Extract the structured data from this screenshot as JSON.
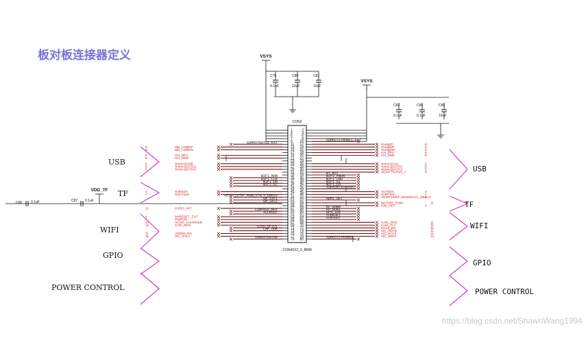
{
  "title": "板对板连接器定义",
  "watermark": "https://blog.csdn.net/ShawnWang1994",
  "colors": {
    "title": "#7b72d8",
    "bracket": "#d23cc2",
    "wire": "#6a1010",
    "net": "#d42020",
    "line": "#111111"
  },
  "connector": {
    "ref": "CON2",
    "part": "CON40X2_0_8MM"
  },
  "power": [
    "VSYS",
    "VSYS",
    "VDD_TF"
  ],
  "caps": [
    {
      "ref": "C79",
      "val": "0.1uF"
    },
    {
      "ref": "C80",
      "val": "10uF"
    },
    {
      "ref": "C81",
      "val": "10uF"
    },
    {
      "ref": "C83",
      "val": "0.1uF"
    },
    {
      "ref": "C84",
      "val": "0.1uF"
    },
    {
      "ref": "C85",
      "val": "10uF"
    },
    {
      "ref": "C86",
      "val": "0.1uF"
    },
    {
      "ref": "C87",
      "val": "0.1uF"
    }
  ],
  "groups_left": [
    "USB",
    "TF",
    "WIFI",
    "GPIO",
    "POWER  CONTROL"
  ],
  "groups_right": [
    "USB",
    "TF",
    "WIFI",
    "GPIO",
    "POWER  CONTROL"
  ],
  "left_nets": [
    {
      "pin": "11",
      "name": "XUHOSTDATA1_EXT",
      "style": "blk"
    },
    {
      "pin": "13",
      "name": "MD_USBDP",
      "style": "red",
      "num": "8"
    },
    {
      "pin": "15",
      "name": "MD_USBDN",
      "style": "red",
      "num": "8"
    },
    {
      "pin": "19",
      "name": "UH_DP3",
      "style": "red",
      "num": "8"
    },
    {
      "pin": "21",
      "name": "UH_DM3",
      "style": "red",
      "num": "8"
    },
    {
      "pin": "25",
      "name": "Xmmc2CMD",
      "style": "red",
      "num": "5"
    },
    {
      "pin": "27",
      "name": "Xmmc2DATA2",
      "style": "red",
      "num": "5"
    },
    {
      "pin": "29",
      "name": "Xmmc2DATA3",
      "style": "red",
      "num": "5"
    },
    {
      "pin": "35",
      "name": "WIFI_NON",
      "style": "blk"
    },
    {
      "pin": "37",
      "name": "WIFI_CLK",
      "style": "blk"
    },
    {
      "pin": "39",
      "name": "WIFI_D0",
      "style": "blk"
    },
    {
      "pin": "41",
      "name": "WIFI_D2",
      "style": "blk"
    },
    {
      "pin": "45",
      "name": "XuRXD0",
      "style": "red",
      "num": "4"
    },
    {
      "pin": "47",
      "name": "XuCTSn0",
      "style": "red",
      "num": "4"
    },
    {
      "pin": "49",
      "name": "XEINT29/KP_ROW13/ALV_DBG25",
      "style": "blk"
    },
    {
      "pin": "51",
      "name": "GM_INT1",
      "style": "blk"
    },
    {
      "pin": "53",
      "name": "GM_INT2",
      "style": "blk"
    },
    {
      "pin": "57",
      "name": "GYRO_INT",
      "style": "red",
      "num": "11"
    },
    {
      "pin": "59",
      "name": "COMPASS_RDY",
      "style": "blk"
    },
    {
      "pin": "61",
      "name": "XCLKOUT",
      "style": "blk"
    },
    {
      "pin": "63",
      "name": "XnRESET_EXT",
      "style": "red",
      "num": "4"
    },
    {
      "pin": "65",
      "name": "PWRON",
      "style": "red",
      "num": "4"
    },
    {
      "pin": "67",
      "name": "ACOK_CHARGER",
      "style": "red",
      "num": "12"
    },
    {
      "pin": "69",
      "name": "CHG_DOK",
      "style": "red",
      "num": "12"
    },
    {
      "pin": "71",
      "name": "626D_GPIO1",
      "style": "blk"
    },
    {
      "pin": "73",
      "name": "CHF_UOK",
      "style": "blk"
    },
    {
      "pin": "75",
      "name": "VDD50_EN",
      "style": "red",
      "num": "11"
    },
    {
      "pin": "77",
      "name": "I2C_SCL1",
      "style": "red",
      "num": "11"
    },
    {
      "pin": "79",
      "name": "XUHOSTDATA0",
      "style": "blk"
    }
  ],
  "right_nets": [
    {
      "pin": "10",
      "name": "XUHOSTSTROBE1_EXT",
      "style": "blk"
    },
    {
      "pin": "12",
      "name": "XuotgID",
      "style": "red",
      "num": "8"
    },
    {
      "pin": "14",
      "name": "XuotgDP",
      "style": "red",
      "num": "8"
    },
    {
      "pin": "16",
      "name": "XuotgDM",
      "style": "red",
      "num": "8"
    },
    {
      "pin": "18",
      "name": "UH_DP2",
      "style": "red",
      "num": "8"
    },
    {
      "pin": "20",
      "name": "UH_DM2",
      "style": "red",
      "num": "8"
    },
    {
      "pin": "26",
      "name": "Xmmc2CLK",
      "style": "red",
      "num": "5"
    },
    {
      "pin": "28",
      "name": "Xmmc2DATA0",
      "style": "red",
      "num": "5"
    },
    {
      "pin": "30",
      "name": "Xmmc2DATA1",
      "style": "red",
      "num": "5"
    },
    {
      "pin": "32",
      "name": "XEINT7/GPX0_7",
      "style": "red",
      "num": "5"
    },
    {
      "pin": "34",
      "name": "BT_RST",
      "style": "blk"
    },
    {
      "pin": "36",
      "name": "WIFI_PWDN",
      "style": "blk"
    },
    {
      "pin": "38",
      "name": "WIFI_CMD",
      "style": "blk"
    },
    {
      "pin": "40",
      "name": "WIFI_D1",
      "style": "blk"
    },
    {
      "pin": "42",
      "name": "WIFI_D3",
      "style": "blk"
    },
    {
      "pin": "44",
      "name": "XuRXD0(XuTXD0)",
      "style": "blk"
    },
    {
      "pin": "46",
      "name": "XuTXD0",
      "style": "red",
      "num": "4"
    },
    {
      "pin": "48",
      "name": "XuRTSn0",
      "style": "red",
      "num": "4"
    },
    {
      "pin": "50",
      "name": "XEINT16/KP_ROW0/ALV_DBG14",
      "style": "red",
      "num": "6"
    },
    {
      "pin": "52",
      "name": "HDMI_DET",
      "style": "blk"
    },
    {
      "pin": "54",
      "name": "MOTOR_PWM",
      "style": "red",
      "num": "11"
    },
    {
      "pin": "56",
      "name": "SIM_DET",
      "style": "red",
      "num": "3"
    },
    {
      "pin": "58",
      "name": "KP_ROW0",
      "style": "blk"
    },
    {
      "pin": "60",
      "name": "KP_ROW1",
      "style": "blk"
    },
    {
      "pin": "62",
      "name": "GPS_32K",
      "style": "blk"
    },
    {
      "pin": "64",
      "name": "XnRESET",
      "style": "blk"
    },
    {
      "pin": "66",
      "name": "XnRSOUT",
      "style": "blk"
    },
    {
      "pin": "68",
      "name": "CHG_DOK",
      "style": "red",
      "num": "11"
    },
    {
      "pin": "70",
      "name": "CHG_FLT",
      "style": "red",
      "num": "11"
    },
    {
      "pin": "72",
      "name": "DC33_EN",
      "style": "red",
      "num": "11"
    },
    {
      "pin": "74",
      "name": "I2C_SDA5",
      "style": "red",
      "num": "11"
    },
    {
      "pin": "76",
      "name": "I2C_SCL5",
      "style": "red",
      "num": "11"
    },
    {
      "pin": "78",
      "name": "I2C_SDA1",
      "style": "red",
      "num": "12"
    },
    {
      "pin": "80",
      "name": "XUHOSTSTROBE0",
      "style": "blk"
    }
  ]
}
